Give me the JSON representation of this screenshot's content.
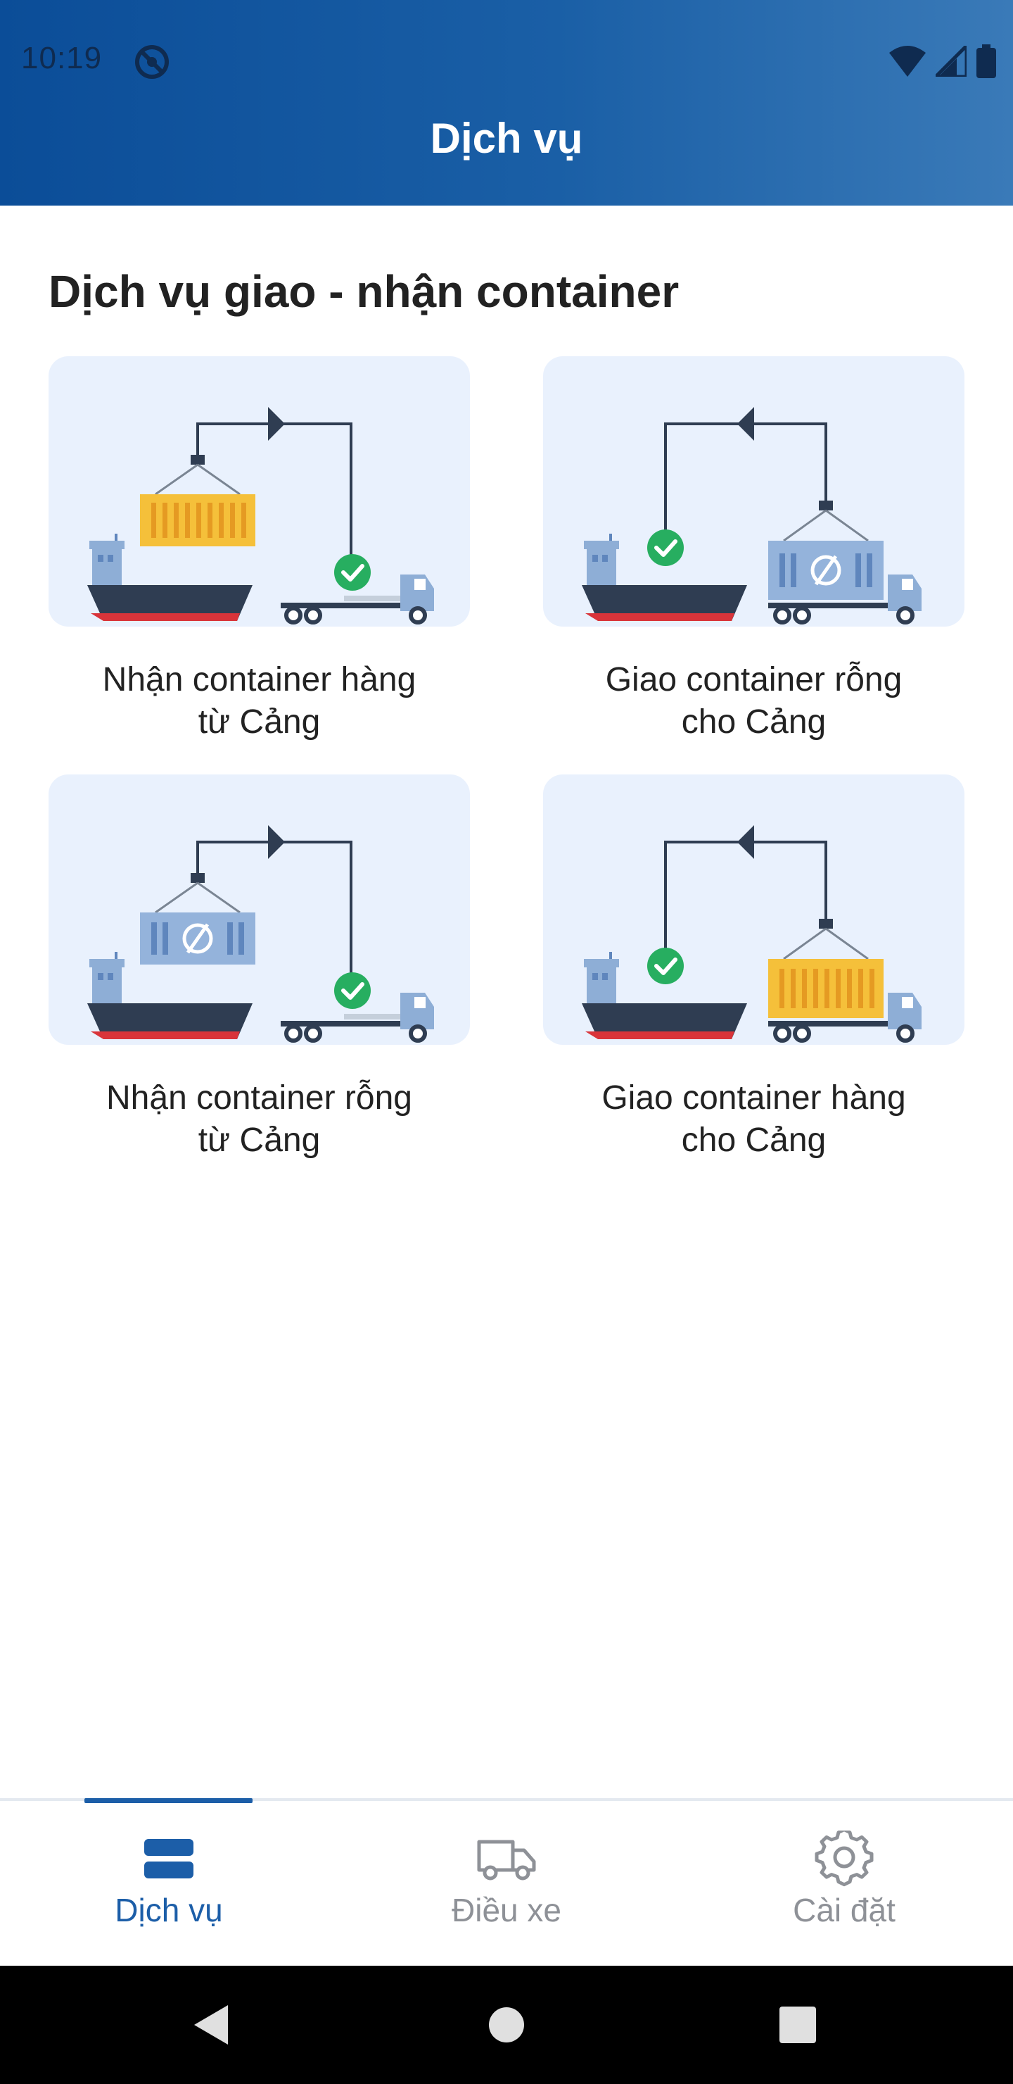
{
  "status_bar": {
    "time": "10:19"
  },
  "header": {
    "title": "Dịch vụ"
  },
  "section": {
    "title": "Dịch vụ giao - nhận container"
  },
  "services": [
    {
      "line1": "Nhận container hàng",
      "line2": "từ Cảng",
      "illustration": "import-full-container-illustration"
    },
    {
      "line1": "Giao container rỗng",
      "line2": "cho Cảng",
      "illustration": "return-empty-container-illustration"
    },
    {
      "line1": "Nhận container rỗng",
      "line2": "từ Cảng",
      "illustration": "import-empty-container-illustration"
    },
    {
      "line1": "Giao container hàng",
      "line2": "cho Cảng",
      "illustration": "deliver-full-container-illustration"
    }
  ],
  "bottom_nav": {
    "items": [
      {
        "label": "Dịch vụ",
        "icon": "services-icon",
        "active": true
      },
      {
        "label": "Điều xe",
        "icon": "truck-icon",
        "active": false
      },
      {
        "label": "Cài đặt",
        "icon": "settings-gear-icon",
        "active": false
      }
    ]
  },
  "colors": {
    "primary": "#1c5ea8",
    "header_start": "#0b4d98",
    "card_bg": "#e9f1fd",
    "container_full": "#f5c03a",
    "container_empty": "#94b3db",
    "check_green": "#27ae60",
    "inactive": "#8e9197"
  }
}
